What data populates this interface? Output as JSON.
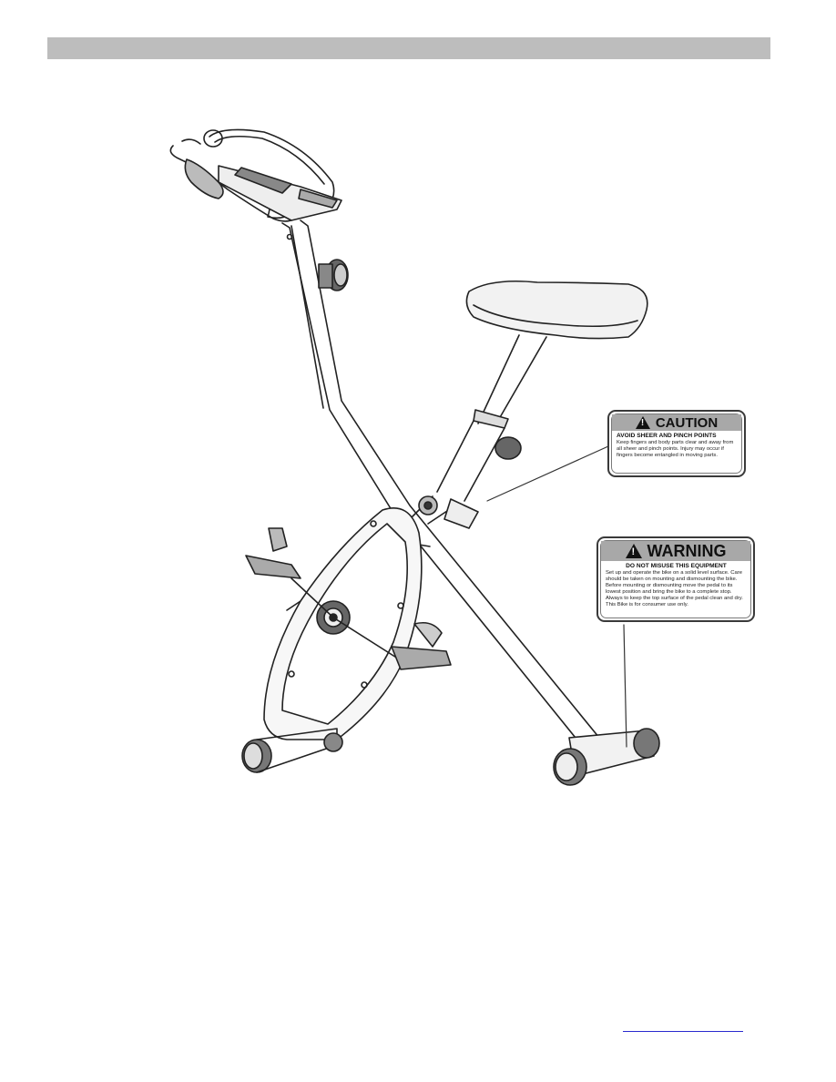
{
  "header": {
    "bar_color": "#bdbdbd"
  },
  "illustration": {
    "subject": "folding exercise bike"
  },
  "caution_label": {
    "icon": "warning-triangle-icon",
    "title": "CAUTION",
    "subtitle": "AVOID SHEER AND PINCH POINTS",
    "body": "Keep fingers and body parts clear and away from all sheer and pinch points. Injury may occur if fingers become entangled in moving parts."
  },
  "warning_label": {
    "icon": "warning-triangle-icon",
    "title": "WARNING",
    "subtitle": "DO NOT MISUSE THIS EQUIPMENT",
    "body": "Set up and operate the bike on a solid level surface. Care should be taken on mounting and dismounting the bike. Before mounting or dismounting move the pedal to its lowest position and bring the bike to a complete stop. Always to keep the top surface of the pedal clean and dry. This Bike is for consumer use only."
  },
  "footer": {
    "link_text": ""
  }
}
